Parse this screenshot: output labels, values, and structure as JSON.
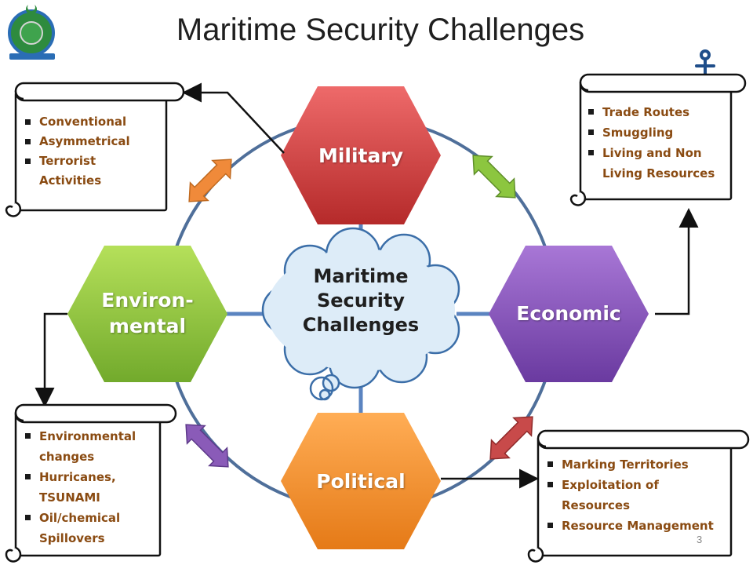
{
  "title": "Maritime Security Challenges",
  "page_number": "3",
  "center": {
    "lines": [
      "Maritime",
      "Security",
      "Challenges"
    ]
  },
  "hexagons": {
    "military": {
      "label": "Military",
      "color": "#d64545"
    },
    "economic": {
      "label": "Economic",
      "color": "#8a4fc0"
    },
    "political": {
      "label": "Political",
      "color": "#f08a2a"
    },
    "environmental": {
      "label_lines": [
        "Environ-",
        "mental"
      ],
      "color": "#8cc63f"
    }
  },
  "scrolls": {
    "military": {
      "items": [
        "Conventional",
        "Asymmetrical",
        "Terrorist Activities"
      ]
    },
    "economic": {
      "items": [
        "Trade Routes",
        "Smuggling",
        "Living and Non Living Resources"
      ]
    },
    "environmental": {
      "items": [
        "Environmental changes",
        "Hurricanes, TSUNAMI",
        "Oil/chemical Spillovers"
      ]
    },
    "political": {
      "items": [
        "Marking Territories",
        "Exploitation of Resources",
        "Resource Management"
      ]
    }
  },
  "colors": {
    "ring": "#4f6f9a",
    "text_items": "#8a4b12"
  },
  "icons": {
    "logo": "emblem-logo",
    "anchor": "anchor-icon"
  }
}
